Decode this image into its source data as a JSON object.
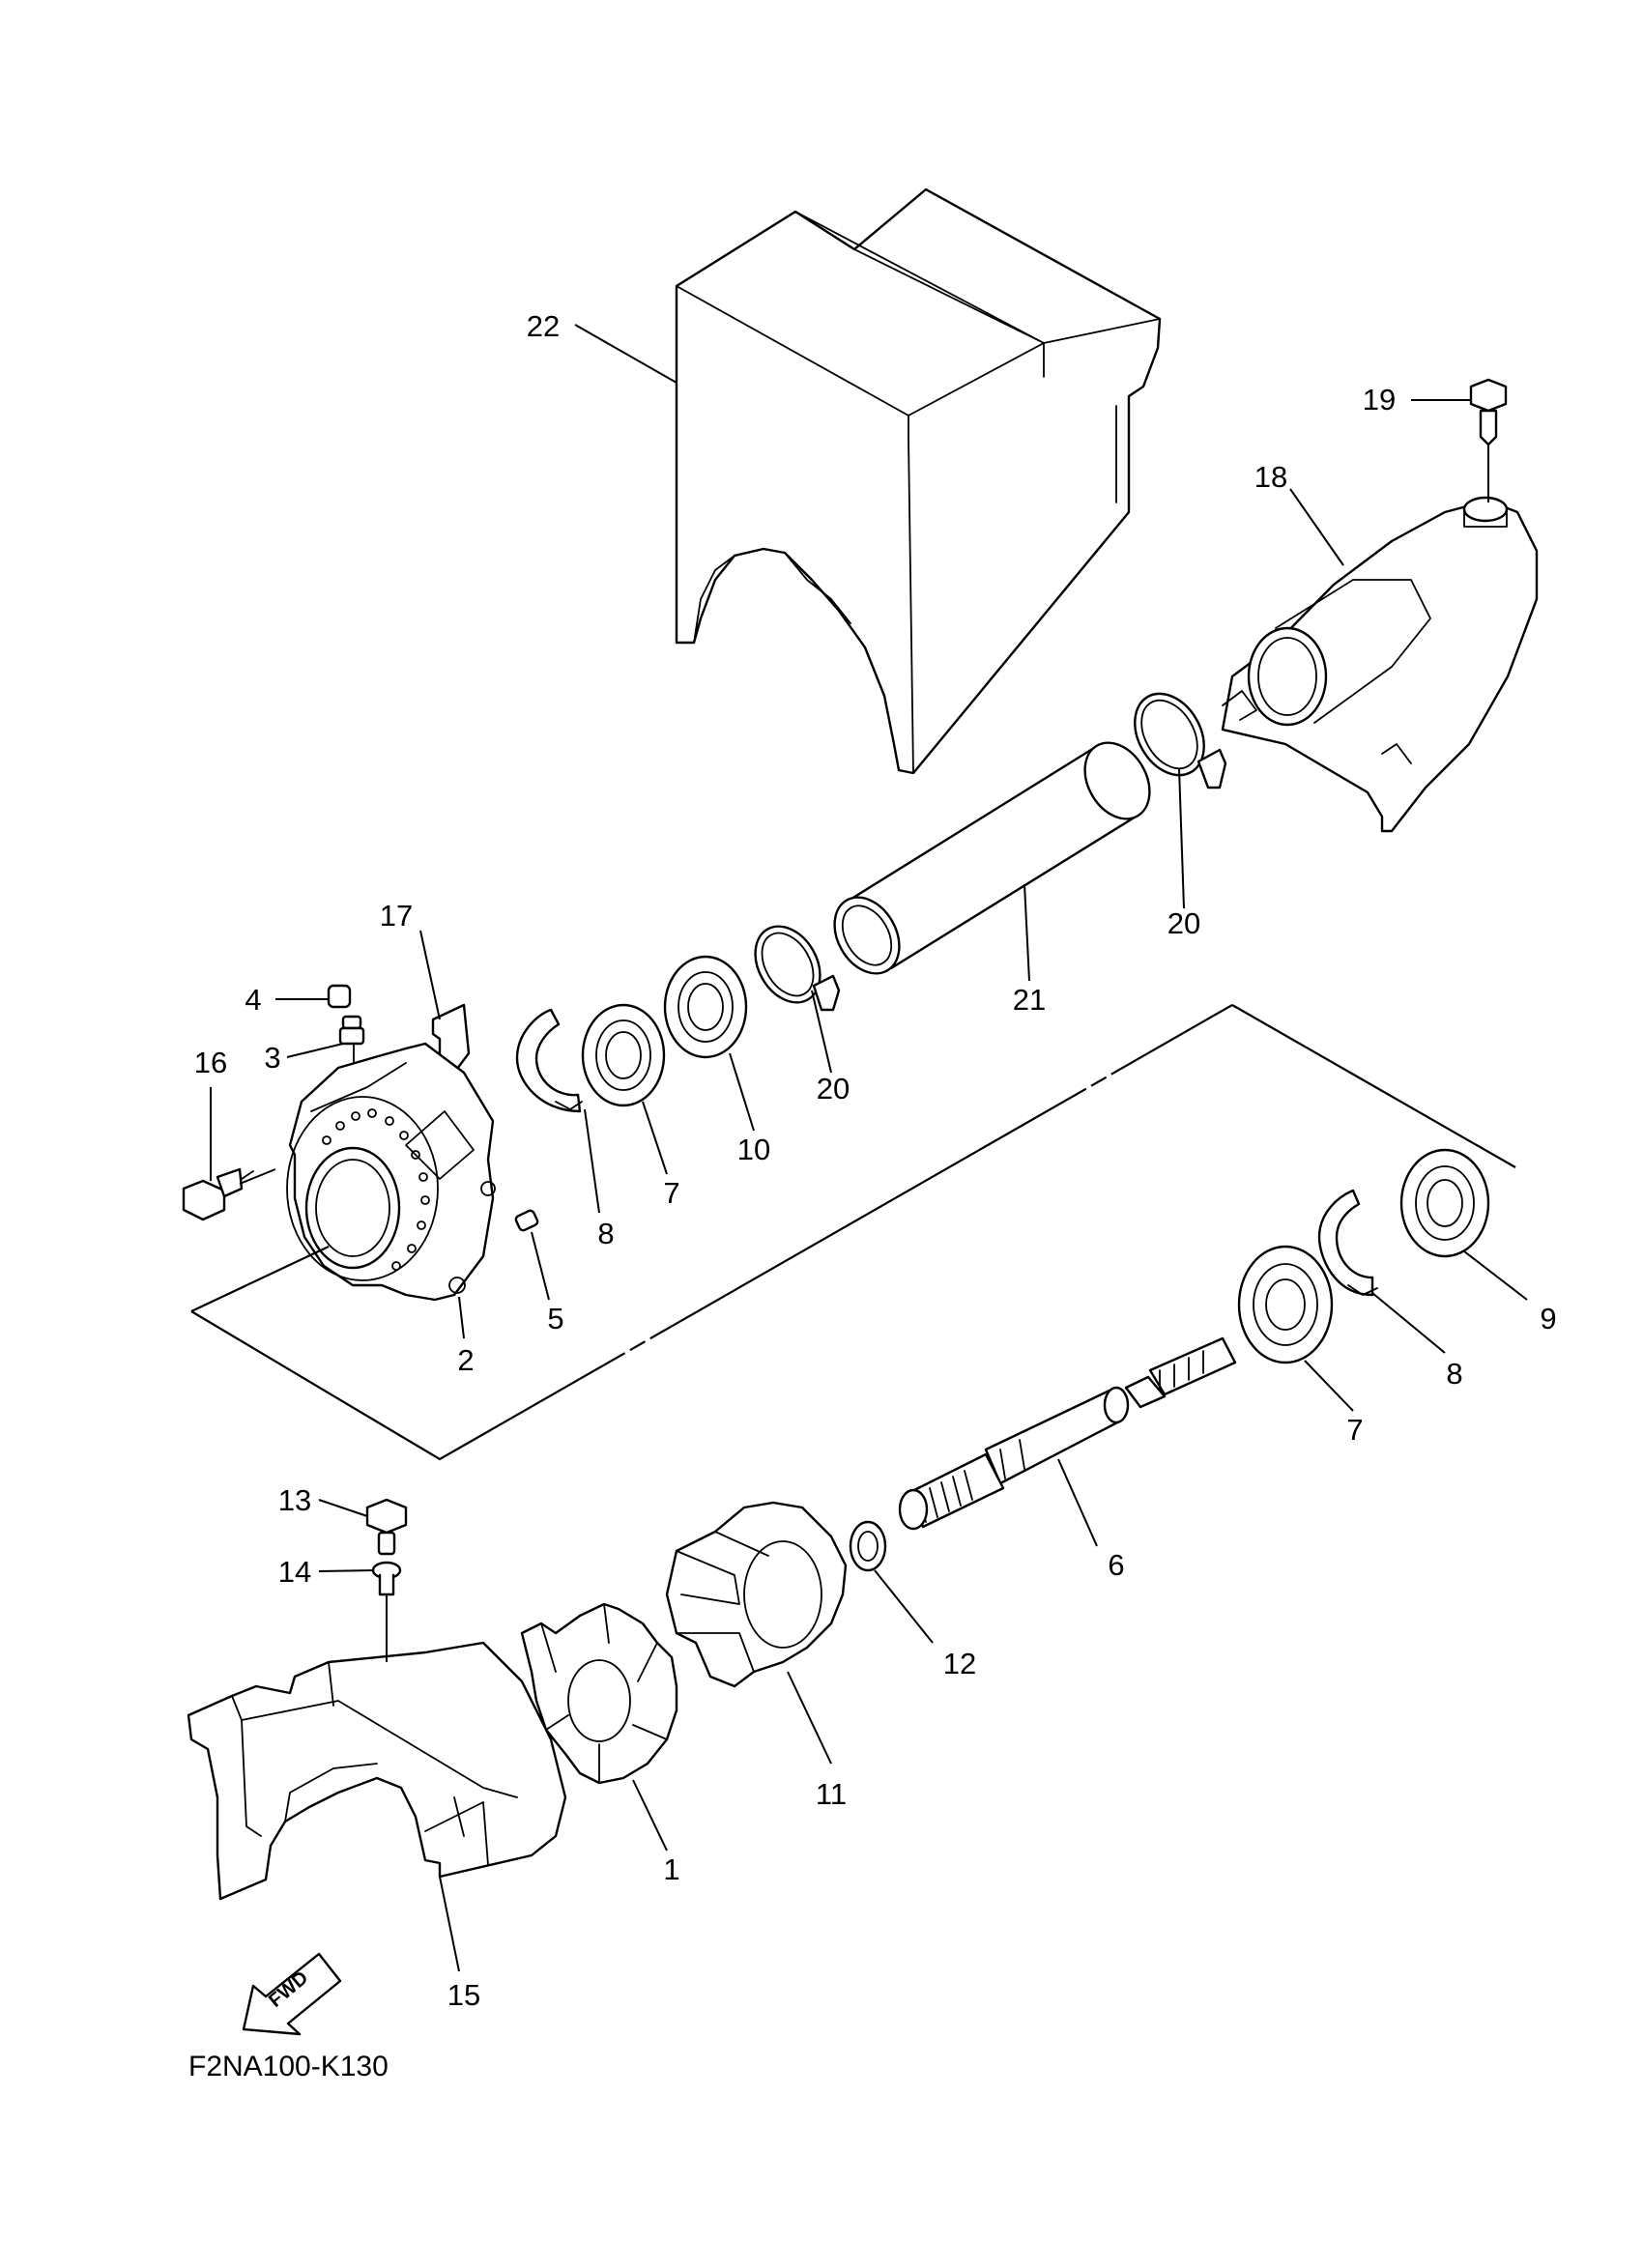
{
  "diagram": {
    "code": "F2NA100-K130",
    "fwd_label": "FWD",
    "callouts": [
      {
        "id": "c22",
        "text": "22"
      },
      {
        "id": "c19",
        "text": "19"
      },
      {
        "id": "c18",
        "text": "18"
      },
      {
        "id": "c20a",
        "text": "20"
      },
      {
        "id": "c21",
        "text": "21"
      },
      {
        "id": "c20b",
        "text": "20"
      },
      {
        "id": "c17",
        "text": "17"
      },
      {
        "id": "c4",
        "text": "4"
      },
      {
        "id": "c3",
        "text": "3"
      },
      {
        "id": "c16",
        "text": "16"
      },
      {
        "id": "c10",
        "text": "10"
      },
      {
        "id": "c7a",
        "text": "7"
      },
      {
        "id": "c8a",
        "text": "8"
      },
      {
        "id": "c5",
        "text": "5"
      },
      {
        "id": "c2",
        "text": "2"
      },
      {
        "id": "c9",
        "text": "9"
      },
      {
        "id": "c8b",
        "text": "8"
      },
      {
        "id": "c7b",
        "text": "7"
      },
      {
        "id": "c6",
        "text": "6"
      },
      {
        "id": "c13",
        "text": "13"
      },
      {
        "id": "c14",
        "text": "14"
      },
      {
        "id": "c12",
        "text": "12"
      },
      {
        "id": "c11",
        "text": "11"
      },
      {
        "id": "c1",
        "text": "1"
      },
      {
        "id": "c15",
        "text": "15"
      }
    ]
  }
}
